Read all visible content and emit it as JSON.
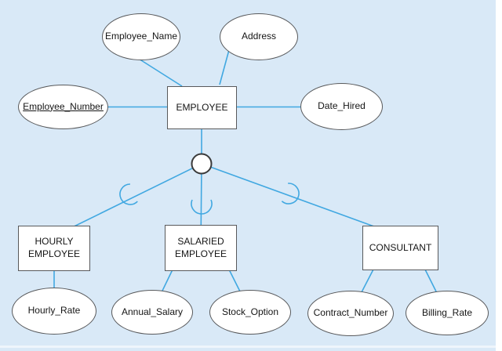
{
  "diagram": {
    "background_color": "#d9e9f7",
    "line_color": "#41a8e1",
    "shape_border_color": "#58595b",
    "shape_fill_color": "#ffffff",
    "text_color": "#151515"
  },
  "entities": [
    {
      "id": "employee",
      "label": "EMPLOYEE"
    },
    {
      "id": "hourly-employee",
      "label": "HOURLY EMPLOYEE"
    },
    {
      "id": "salaried-employee",
      "label": "SALARIED EMPLOYEE"
    },
    {
      "id": "consultant",
      "label": "CONSULTANT"
    }
  ],
  "attributes": [
    {
      "id": "employee-name",
      "label": "Employee_Name",
      "key": false
    },
    {
      "id": "address",
      "label": "Address",
      "key": false
    },
    {
      "id": "employee-number",
      "label": "Employee_Number",
      "key": true
    },
    {
      "id": "date-hired",
      "label": "Date_Hired",
      "key": false
    },
    {
      "id": "hourly-rate",
      "label": "Hourly_Rate",
      "key": false
    },
    {
      "id": "annual-salary",
      "label": "Annual_Salary",
      "key": false
    },
    {
      "id": "stock-option",
      "label": "Stock_Option",
      "key": false
    },
    {
      "id": "contract-number",
      "label": "Contract_Number",
      "key": false
    },
    {
      "id": "billing-rate",
      "label": "Billing_Rate",
      "key": false
    }
  ]
}
